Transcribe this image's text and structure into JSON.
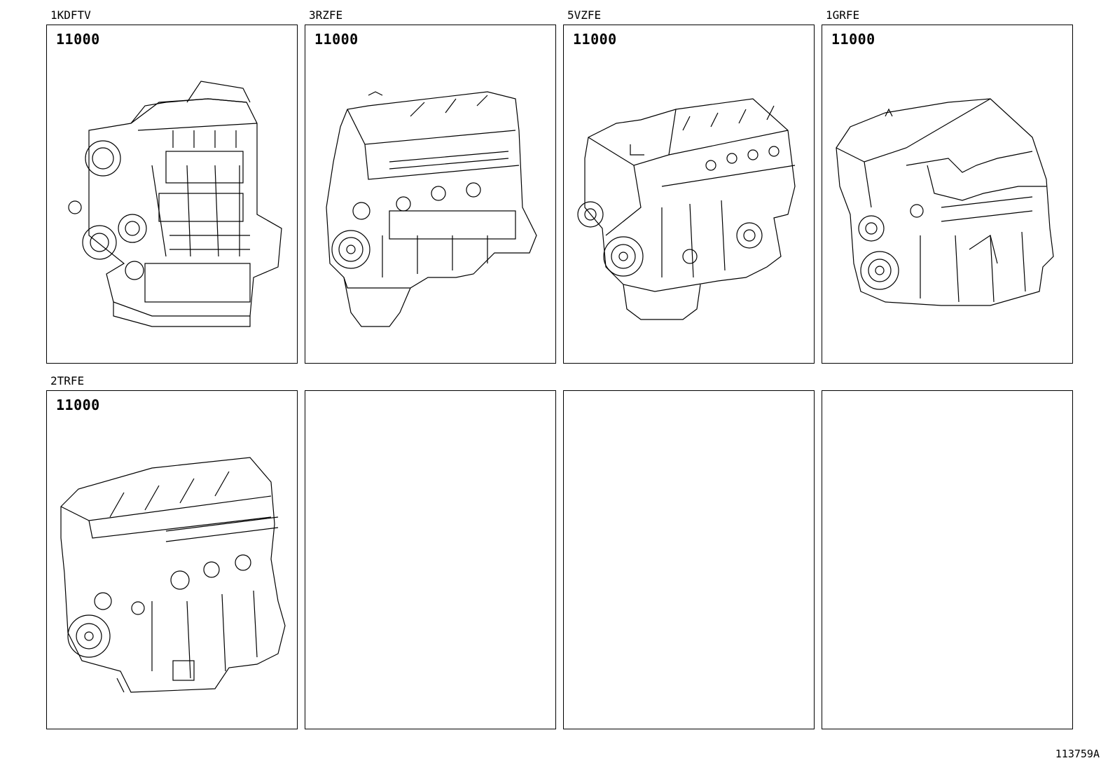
{
  "panels": [
    {
      "engine": "1KDFTV",
      "part_number": "11000",
      "illustration": "diesel-engine-assembly-icon"
    },
    {
      "engine": "3RZFE",
      "part_number": "11000",
      "illustration": "inline-four-engine-assembly-icon"
    },
    {
      "engine": "5VZFE",
      "part_number": "11000",
      "illustration": "v6-engine-assembly-icon"
    },
    {
      "engine": "1GRFE",
      "part_number": "11000",
      "illustration": "v6-engine-assembly-icon"
    },
    {
      "engine": "2TRFE",
      "part_number": "11000",
      "illustration": "inline-four-engine-assembly-icon"
    },
    {
      "engine": "",
      "part_number": ""
    },
    {
      "engine": "",
      "part_number": ""
    },
    {
      "engine": "",
      "part_number": ""
    }
  ],
  "figure_id": "113759A"
}
